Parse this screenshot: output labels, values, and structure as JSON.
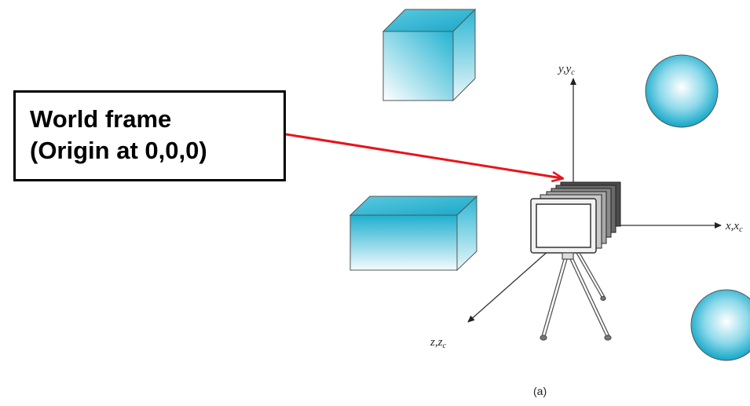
{
  "label": {
    "line1": "World frame",
    "line2": "(Origin at 0,0,0)"
  },
  "axes": {
    "y": {
      "main": "y",
      "sub": "c",
      "sep": ","
    },
    "x": {
      "main": "x",
      "sub": "c",
      "sep": ","
    },
    "z": {
      "main": "z",
      "sub": "c",
      "sep": ","
    }
  },
  "caption": "(a)",
  "colors": {
    "arrow": "#e8141b",
    "object_light": "#e6f6fa",
    "object_dark": "#1bb0cf",
    "axis": "#333333"
  },
  "icons": [
    "cube",
    "box",
    "sphere",
    "camera",
    "tripod"
  ]
}
